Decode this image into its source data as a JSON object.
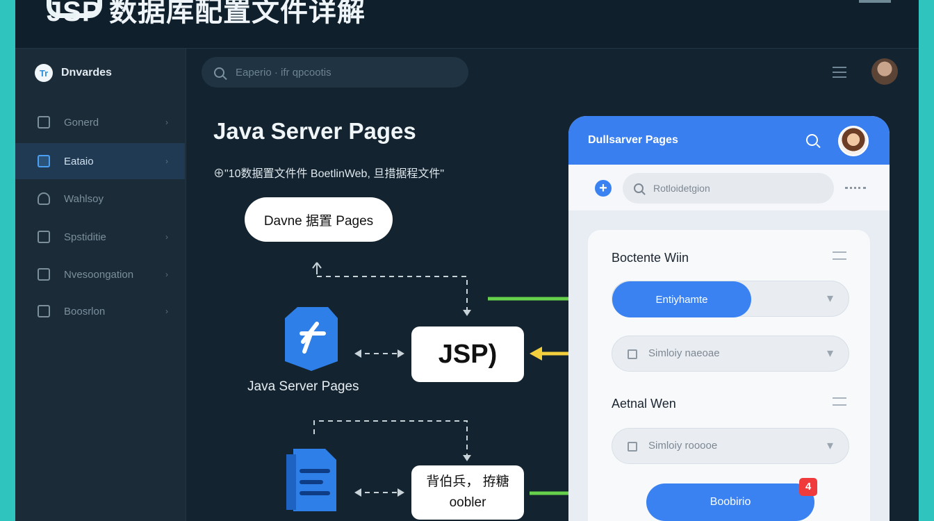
{
  "banner": {
    "title": "JSP 数据库配置文件详解"
  },
  "sidebar": {
    "brand": "Dnvardes",
    "items": [
      {
        "label": "Gonerd",
        "icon": "document-icon",
        "chevron": "›"
      },
      {
        "label": "Eataio",
        "icon": "window-icon",
        "chevron": "›"
      },
      {
        "label": "Wahlsoy",
        "icon": "shield-icon",
        "chevron": ""
      },
      {
        "label": "Spstiditie",
        "icon": "sliders-icon",
        "chevron": "›"
      },
      {
        "label": "Nvesoongation",
        "icon": "panel-icon",
        "chevron": "›"
      },
      {
        "label": "Boosrlon",
        "icon": "folder-icon",
        "chevron": "›"
      }
    ]
  },
  "search": {
    "placeholder": "Eaperio  ·  ifr qpcootis"
  },
  "main": {
    "title": "Java Server Pages",
    "subtitle": "⊕\"10数据置文件件 BoetlinWeb, 旦措据程文件\""
  },
  "diagram": {
    "top_node": "Davne  据置 Pages",
    "jsp_node": "JSP)",
    "jsp_logo_label": "Java Server Pages",
    "bottom_node_line1": "背伯兵，  拵糖",
    "bottom_node_line2": "oobler"
  },
  "panel": {
    "header_title": "Dullsarver Pages",
    "search_placeholder": "Rotloidetgion",
    "add_label": "+",
    "sections": [
      {
        "title": "Boctente Wiin",
        "option": "Entiyhamte"
      },
      {
        "title": "",
        "option": "Simloiy naeoae"
      },
      {
        "title": "Aetnal Wen",
        "option": "Simloiy rooooe"
      }
    ],
    "submit_label": "Boobirio",
    "badge": "4"
  },
  "colors": {
    "accent": "#3a82f2",
    "arrow_green": "#67d14c",
    "arrow_yellow": "#f3cf3d",
    "frame_border": "#2fc4bd"
  }
}
